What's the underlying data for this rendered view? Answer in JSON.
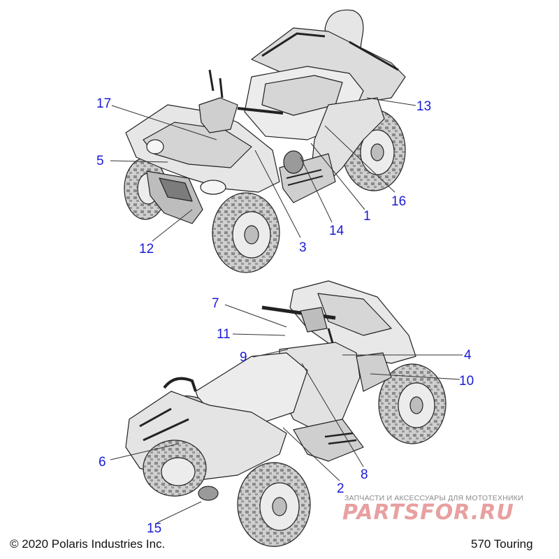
{
  "footer": {
    "copyright": "© 2020 Polaris Industries Inc.",
    "model": "570 Touring"
  },
  "watermark": {
    "tagline": "ЗАПЧАСТИ И АКСЕССУАРЫ ДЛЯ МОТОТЕХНИКИ",
    "logo": "PARTSFOR.RU"
  },
  "callouts": {
    "c1": "1",
    "c2": "2",
    "c3": "3",
    "c4": "4",
    "c5": "5",
    "c6": "6",
    "c7": "7",
    "c8": "8",
    "c9": "9",
    "c10": "10",
    "c11": "11",
    "c12": "12",
    "c13": "13",
    "c14": "14",
    "c15": "15",
    "c16": "16",
    "c17": "17"
  },
  "colors": {
    "callout": "#1a1ad6",
    "linework": "#222222",
    "body_fill": "#e4e4e4",
    "tire_fill": "#d8d8d8",
    "watermark": "#e8a0a0"
  }
}
